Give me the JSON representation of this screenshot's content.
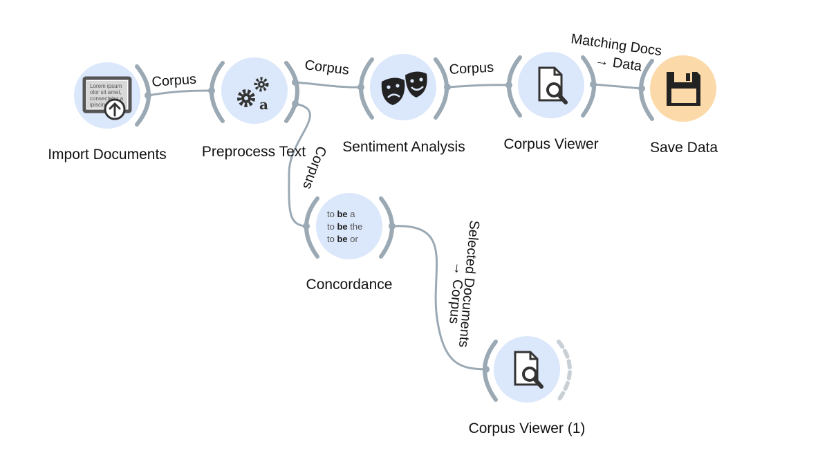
{
  "nodes": {
    "import_documents": {
      "label": "Import Documents",
      "icon": "lorem-ipsum-upload-icon",
      "icon_text": [
        "Lorem ipsum",
        "olor sit amet,",
        "consectetur a",
        "ipiscin"
      ],
      "color": "#dbe7fa"
    },
    "preprocess_text": {
      "label": "Preprocess Text",
      "icon": "gears-a-icon",
      "color": "#dbe7fa"
    },
    "sentiment_analysis": {
      "label": "Sentiment Analysis",
      "icon": "theater-masks-icon",
      "color": "#dbe7fa"
    },
    "corpus_viewer": {
      "label": "Corpus Viewer",
      "icon": "document-magnifier-icon",
      "color": "#dbe7fa"
    },
    "save_data": {
      "label": "Save Data",
      "icon": "floppy-disk-icon",
      "color": "#fcd9a8"
    },
    "concordance": {
      "label": "Concordance",
      "icon": "concordance-icon",
      "color": "#dbe7fa",
      "lines": [
        {
          "pre": "to ",
          "key": "be",
          "post": " a"
        },
        {
          "pre": "to ",
          "key": "be",
          "post": " the"
        },
        {
          "pre": "to ",
          "key": "be",
          "post": " or"
        }
      ]
    },
    "corpus_viewer_1": {
      "label": "Corpus Viewer (1)",
      "icon": "document-magnifier-icon",
      "color": "#dbe7fa"
    }
  },
  "links": {
    "import_to_preprocess": "Corpus",
    "preprocess_to_sentiment": "Corpus",
    "sentiment_to_viewer": "Corpus",
    "viewer_to_save": {
      "line1": "Matching Docs",
      "line2": "→ Data"
    },
    "preprocess_to_concordance": "Corpus",
    "concordance_to_viewer1": {
      "line1": "Selected Documents",
      "line2": "→ Corpus"
    }
  }
}
